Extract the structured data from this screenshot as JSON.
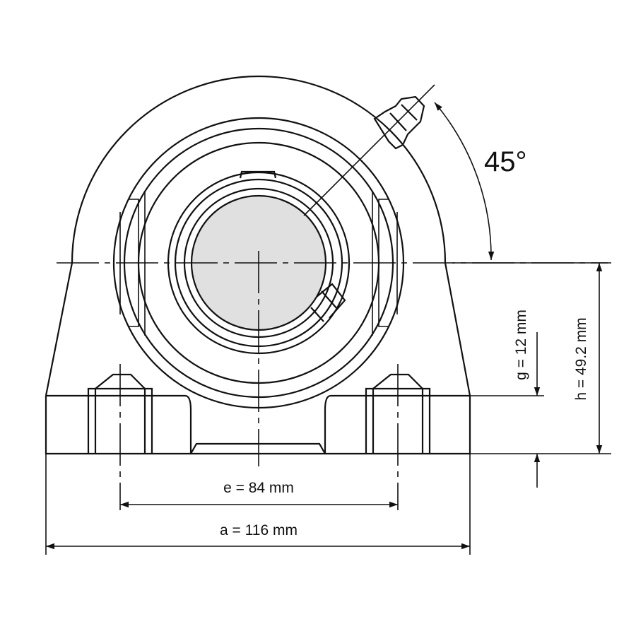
{
  "drawing": {
    "angle_label": "45°",
    "dimensions": {
      "e": "e = 84 mm",
      "a": "a = 116 mm",
      "g": "g = 12 mm",
      "h": "h = 49.2 mm"
    },
    "colors": {
      "line": "#111111",
      "shaft": "#e0e0e0"
    }
  }
}
